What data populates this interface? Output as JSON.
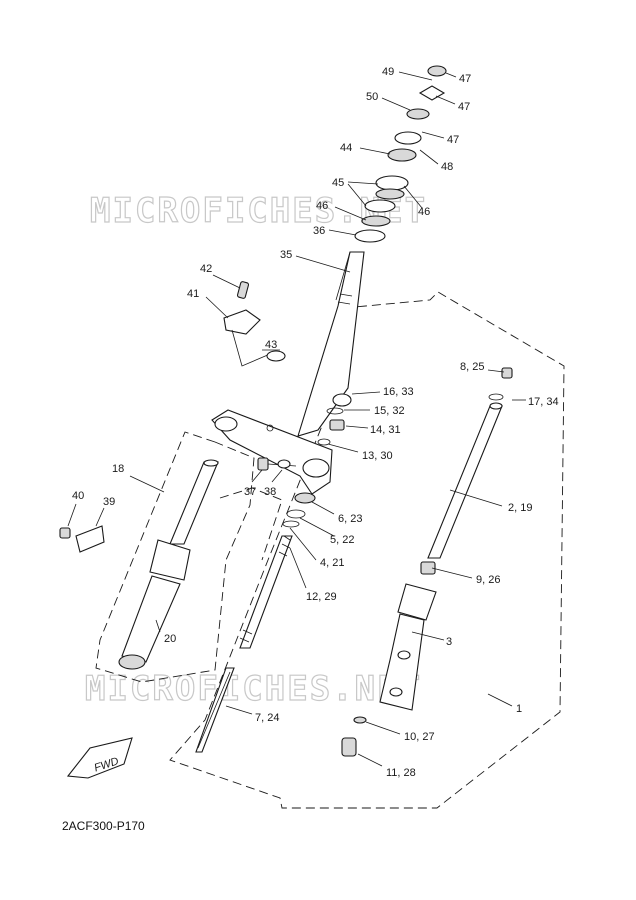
{
  "watermark": "MICROFICHES.NET",
  "diagram_code": "2ACF300-P170",
  "fwd_label": "FWD",
  "callouts": [
    {
      "id": "c49",
      "text": "49"
    },
    {
      "id": "c47a",
      "text": "47"
    },
    {
      "id": "c50",
      "text": "50"
    },
    {
      "id": "c47b",
      "text": "47"
    },
    {
      "id": "c47c",
      "text": "47"
    },
    {
      "id": "c44",
      "text": "44"
    },
    {
      "id": "c48",
      "text": "48"
    },
    {
      "id": "c45",
      "text": "45"
    },
    {
      "id": "c46a",
      "text": "46"
    },
    {
      "id": "c46b",
      "text": "46"
    },
    {
      "id": "c36",
      "text": "36"
    },
    {
      "id": "c35",
      "text": "35"
    },
    {
      "id": "c42",
      "text": "42"
    },
    {
      "id": "c41",
      "text": "41"
    },
    {
      "id": "c43",
      "text": "43"
    },
    {
      "id": "c8",
      "text": "8, 25"
    },
    {
      "id": "c17",
      "text": "17, 34"
    },
    {
      "id": "c16",
      "text": "16, 33"
    },
    {
      "id": "c15",
      "text": "15, 32"
    },
    {
      "id": "c14",
      "text": "14, 31"
    },
    {
      "id": "c13",
      "text": "13, 30"
    },
    {
      "id": "c18",
      "text": "18"
    },
    {
      "id": "c37",
      "text": "37"
    },
    {
      "id": "c38",
      "text": "38"
    },
    {
      "id": "c6",
      "text": "6, 23"
    },
    {
      "id": "c2",
      "text": "2, 19"
    },
    {
      "id": "c40",
      "text": "40"
    },
    {
      "id": "c39",
      "text": "39"
    },
    {
      "id": "c5",
      "text": "5, 22"
    },
    {
      "id": "c4",
      "text": "4, 21"
    },
    {
      "id": "c9",
      "text": "9, 26"
    },
    {
      "id": "c12",
      "text": "12, 29"
    },
    {
      "id": "c3",
      "text": "3"
    },
    {
      "id": "c20",
      "text": "20"
    },
    {
      "id": "c1",
      "text": "1"
    },
    {
      "id": "c7",
      "text": "7, 24"
    },
    {
      "id": "c10",
      "text": "10, 27"
    },
    {
      "id": "c11",
      "text": "11, 28"
    }
  ]
}
